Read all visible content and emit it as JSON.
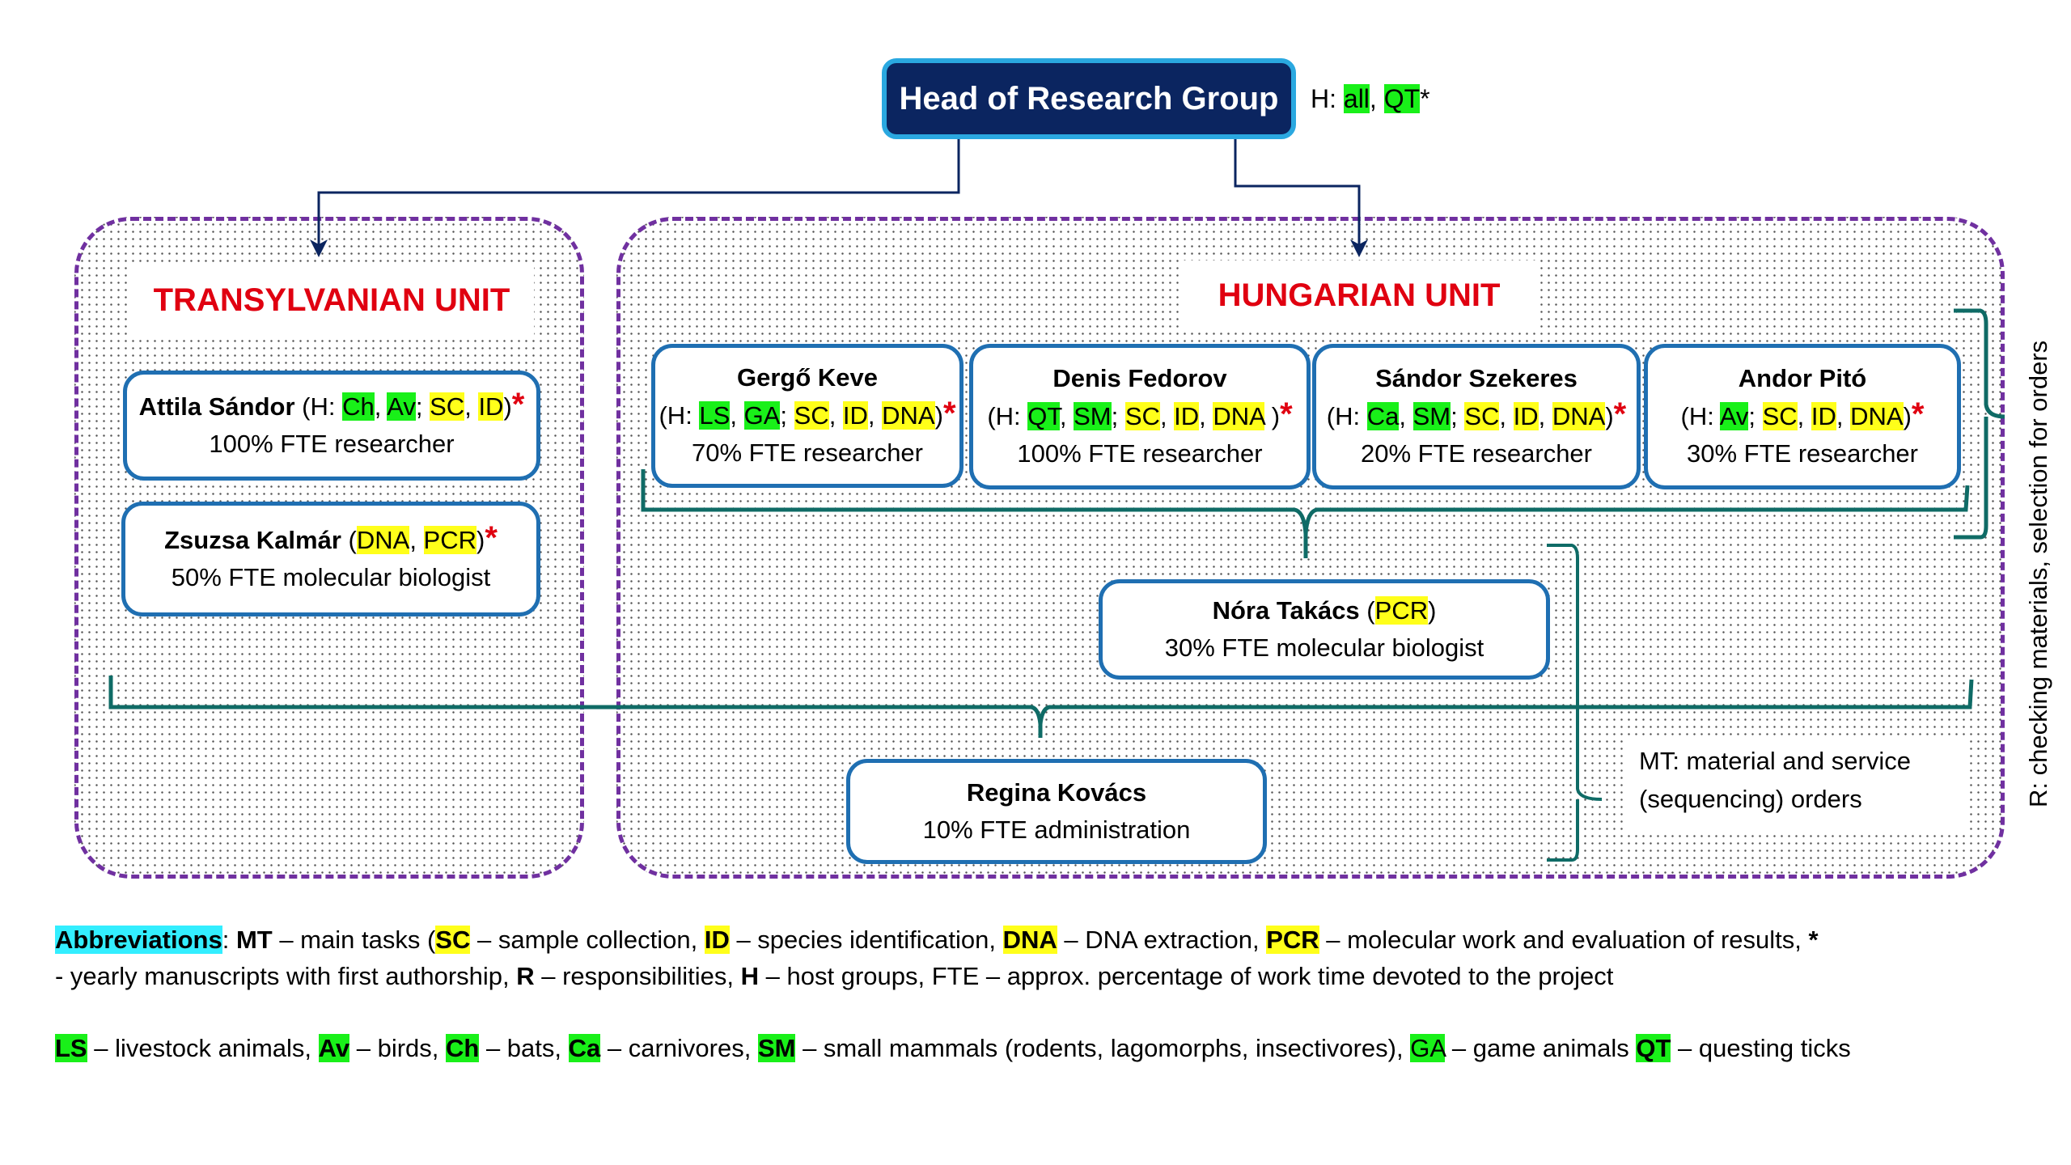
{
  "head": {
    "title": "Head of Research Group",
    "note_prefix": "H: ",
    "note_tags": [
      {
        "text": "all",
        "type": "host"
      },
      {
        "text": "QT",
        "type": "host"
      }
    ],
    "note_suffix": "*"
  },
  "units": {
    "transylvanian": {
      "title": "TRANSYLVANIAN UNIT",
      "members": [
        {
          "name": "Attila Sándor",
          "host": [
            "Ch",
            "Av"
          ],
          "tasks": [
            "SC",
            "ID"
          ],
          "star": "*",
          "role": "100% FTE researcher"
        },
        {
          "name": "Zsuzsa Kalmár",
          "host": [],
          "tasks": [
            "DNA",
            "PCR"
          ],
          "star": "*",
          "role": "50% FTE molecular biologist"
        }
      ]
    },
    "hungarian": {
      "title": "HUNGARIAN UNIT",
      "members": [
        {
          "name": "Gergő Keve",
          "host": [
            "LS",
            "GA"
          ],
          "tasks": [
            "SC",
            "ID",
            "DNA"
          ],
          "star": "*",
          "role": "70% FTE researcher"
        },
        {
          "name": "Denis Fedorov",
          "host": [
            "QT",
            "SM"
          ],
          "tasks": [
            "SC",
            "ID",
            "DNA"
          ],
          "star": "*",
          "role": "100% FTE researcher"
        },
        {
          "name": "Sándor Szekeres",
          "host": [
            "Ca",
            "SM"
          ],
          "tasks": [
            "SC",
            "ID",
            "DNA"
          ],
          "star": "*",
          "role": "20% FTE researcher"
        },
        {
          "name": "Andor Pitó",
          "host": [
            "Av"
          ],
          "tasks": [
            "SC",
            "ID",
            "DNA"
          ],
          "star": "*",
          "role": "30% FTE researcher"
        }
      ],
      "molecular": {
        "name": "Nóra Takács",
        "tasks": [
          "PCR"
        ],
        "role": "30% FTE molecular biologist"
      },
      "admin": {
        "name": "Regina Kovács",
        "role": "10% FTE administration"
      },
      "mt_note": [
        "MT: material and service",
        "(sequencing) orders"
      ],
      "r_note": "R: checking materials, selection for orders"
    }
  },
  "legend": {
    "label": "Abbreviations",
    "line1": [
      {
        "t": ": ",
        "s": "plain"
      },
      {
        "t": "MT",
        "s": "bold"
      },
      {
        "t": " – main tasks (",
        "s": "plain"
      },
      {
        "t": "SC",
        "s": "task"
      },
      {
        "t": " – sample collection, ",
        "s": "plain"
      },
      {
        "t": "ID",
        "s": "task"
      },
      {
        "t": " – species identification, ",
        "s": "plain"
      },
      {
        "t": "DNA",
        "s": "task"
      },
      {
        "t": " – DNA extraction, ",
        "s": "plain"
      },
      {
        "t": "PCR",
        "s": "task"
      },
      {
        "t": " – molecular work and evaluation of results, ",
        "s": "plain"
      },
      {
        "t": "*",
        "s": "bold"
      }
    ],
    "line2": [
      {
        "t": "- yearly manuscripts with first authorship, ",
        "s": "plain"
      },
      {
        "t": "R",
        "s": "bold"
      },
      {
        "t": " – responsibilities, ",
        "s": "plain"
      },
      {
        "t": "H",
        "s": "bold"
      },
      {
        "t": " – host groups, FTE – approx. percentage of work time devoted to the project",
        "s": "plain"
      }
    ],
    "line3": [
      {
        "t": "LS",
        "s": "host"
      },
      {
        "t": " – livestock animals, ",
        "s": "plain"
      },
      {
        "t": "Av",
        "s": "host"
      },
      {
        "t": " – birds, ",
        "s": "plain"
      },
      {
        "t": "Ch",
        "s": "host"
      },
      {
        "t": " – bats, ",
        "s": "plain"
      },
      {
        "t": "Ca",
        "s": "host"
      },
      {
        "t": " – carnivores, ",
        "s": "plain"
      },
      {
        "t": "SM",
        "s": "host"
      },
      {
        "t": " – small mammals (rodents, lagomorphs, insectivores), ",
        "s": "plain"
      },
      {
        "t": "GA",
        "s": "host-plain"
      },
      {
        "t": " – game animals ",
        "s": "plain"
      },
      {
        "t": "QT",
        "s": "host"
      },
      {
        "t": " – questing ticks",
        "s": "plain"
      }
    ]
  },
  "colors": {
    "head_fill": "#0b2560",
    "head_border": "#2aa8e0",
    "unit_border": "#7030a0",
    "unit_title": "#e00010",
    "person_border": "#1f6fb2",
    "connector": "#0f6b66",
    "arrow": "#0b2560",
    "host_highlight": "#19f019",
    "task_highlight": "#ffff1a",
    "label_highlight": "#33eeff"
  }
}
